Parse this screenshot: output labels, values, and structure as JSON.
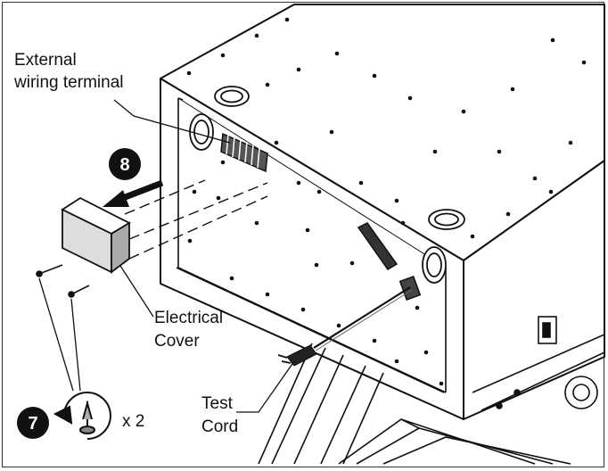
{
  "labels": {
    "external_wiring_line1": "External",
    "external_wiring_line2": "wiring terminal",
    "electrical_cover_line1": "Electrical",
    "electrical_cover_line2": "Cover",
    "test_cord_line1": "Test",
    "test_cord_line2": "Cord"
  },
  "steps": {
    "remove_cover": "8",
    "remove_screws": "7",
    "screw_quantity": "x 2"
  }
}
